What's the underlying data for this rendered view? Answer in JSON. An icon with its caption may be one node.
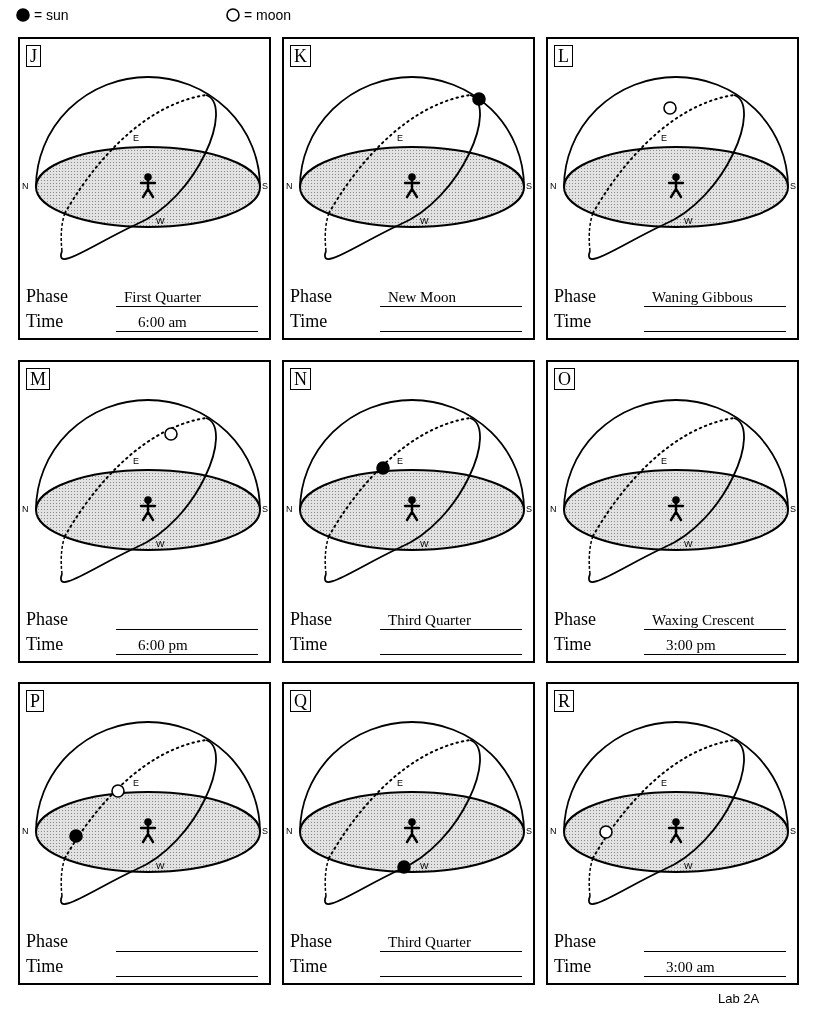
{
  "diagram": {
    "nodes": [
      {
        "text": [
          "J"
        ]
      },
      {
        "text": [
          "K"
        ]
      },
      {
        "text": [
          "L"
        ]
      },
      {
        "text": [
          "M"
        ]
      },
      {
        "text": [
          "N"
        ]
      },
      {
        "text": [
          "O"
        ]
      },
      {
        "text": [
          "P"
        ]
      },
      {
        "text": [
          "Q"
        ]
      },
      {
        "text": [
          "R"
        ]
      }
    ],
    "labels": [
      "E",
      "N",
      "S",
      "W",
      "Phase",
      "First Quarter",
      "Time",
      "6:00 am",
      "E",
      "N",
      "S",
      "W",
      "Phase",
      "New Moon",
      "Time",
      "E",
      "N",
      "S",
      "W",
      "Phase",
      "Waning Gibbous",
      "Time",
      "E",
      "N",
      "S",
      "W",
      "Phase",
      "Time",
      "6:00 pm",
      "E",
      "N",
      "S",
      "W",
      "Phase",
      "Third Quarter",
      "Time",
      "E",
      "N",
      "S",
      "W",
      "Phase",
      "Waxing Crescent",
      "Time",
      "3:00 pm",
      "E",
      "N",
      "S",
      "W",
      "Phase",
      "Time",
      "E",
      "N",
      "S",
      "W",
      "Phase",
      "Third Quarter",
      "Time",
      "E",
      "N",
      "S",
      "W",
      "Phase",
      "Time",
      "3:00 am",
      "Lab 2A"
    ],
    "legend": [
      {
        "text": "= sun"
      },
      {
        "text": "= moon"
      }
    ]
  }
}
